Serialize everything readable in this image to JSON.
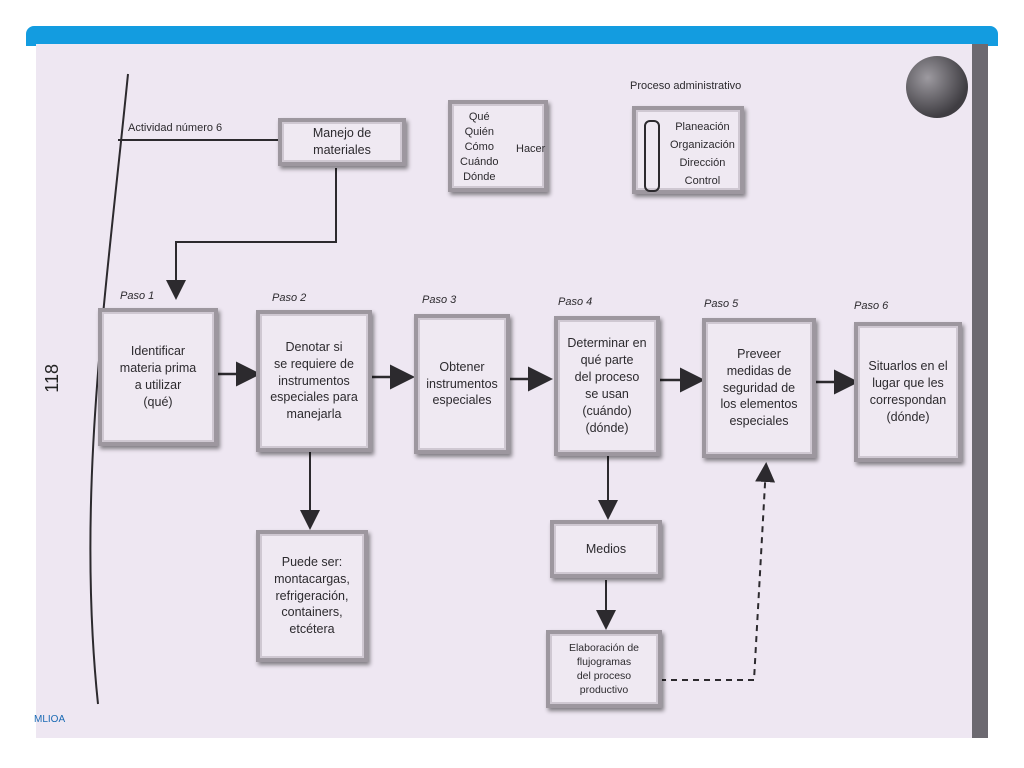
{
  "page_number": "118",
  "footer_text": "MLIOA",
  "activity_label": "Actividad número 6",
  "admin": {
    "title": "Proceso administrativo",
    "items": [
      "Planeación",
      "Organización",
      "Dirección",
      "Control"
    ]
  },
  "questions": {
    "items": [
      "Qué",
      "Quién",
      "Cómo",
      "Cuándo",
      "Dónde"
    ],
    "verb": "Hacer"
  },
  "manejo": "Manejo de\nmateriales",
  "steps": [
    {
      "label": "Paso 1",
      "text": "Identificar\nmateria prima\na utilizar\n(qué)"
    },
    {
      "label": "Paso 2",
      "text": "Denotar si\nse requiere de\ninstrumentos\nespeciales para\nmanejarla"
    },
    {
      "label": "Paso 3",
      "text": "Obtener\ninstrumentos\nespeciales"
    },
    {
      "label": "Paso 4",
      "text": "Determinar en\nqué parte\ndel proceso\nse usan\n(cuándo)\n(dónde)"
    },
    {
      "label": "Paso 5",
      "text": "Preveer\nmedidas de\nseguridad de\nlos elementos\nespeciales"
    },
    {
      "label": "Paso 6",
      "text": "Situarlos en el\nlugar que les\ncorrespondan\n(dónde)"
    }
  ],
  "puede_ser": "Puede ser:\nmontacargas,\nrefrigeración,\ncontainers,\netcétera",
  "medios": "Medios",
  "elaboracion": "Elaboración de\nflujogramas\ndel proceso\nproductivo",
  "colors": {
    "header_bar": "#139ce0",
    "paper": "#eee7f2",
    "box_border": "#9d979f",
    "ink": "#2c2a2e"
  }
}
